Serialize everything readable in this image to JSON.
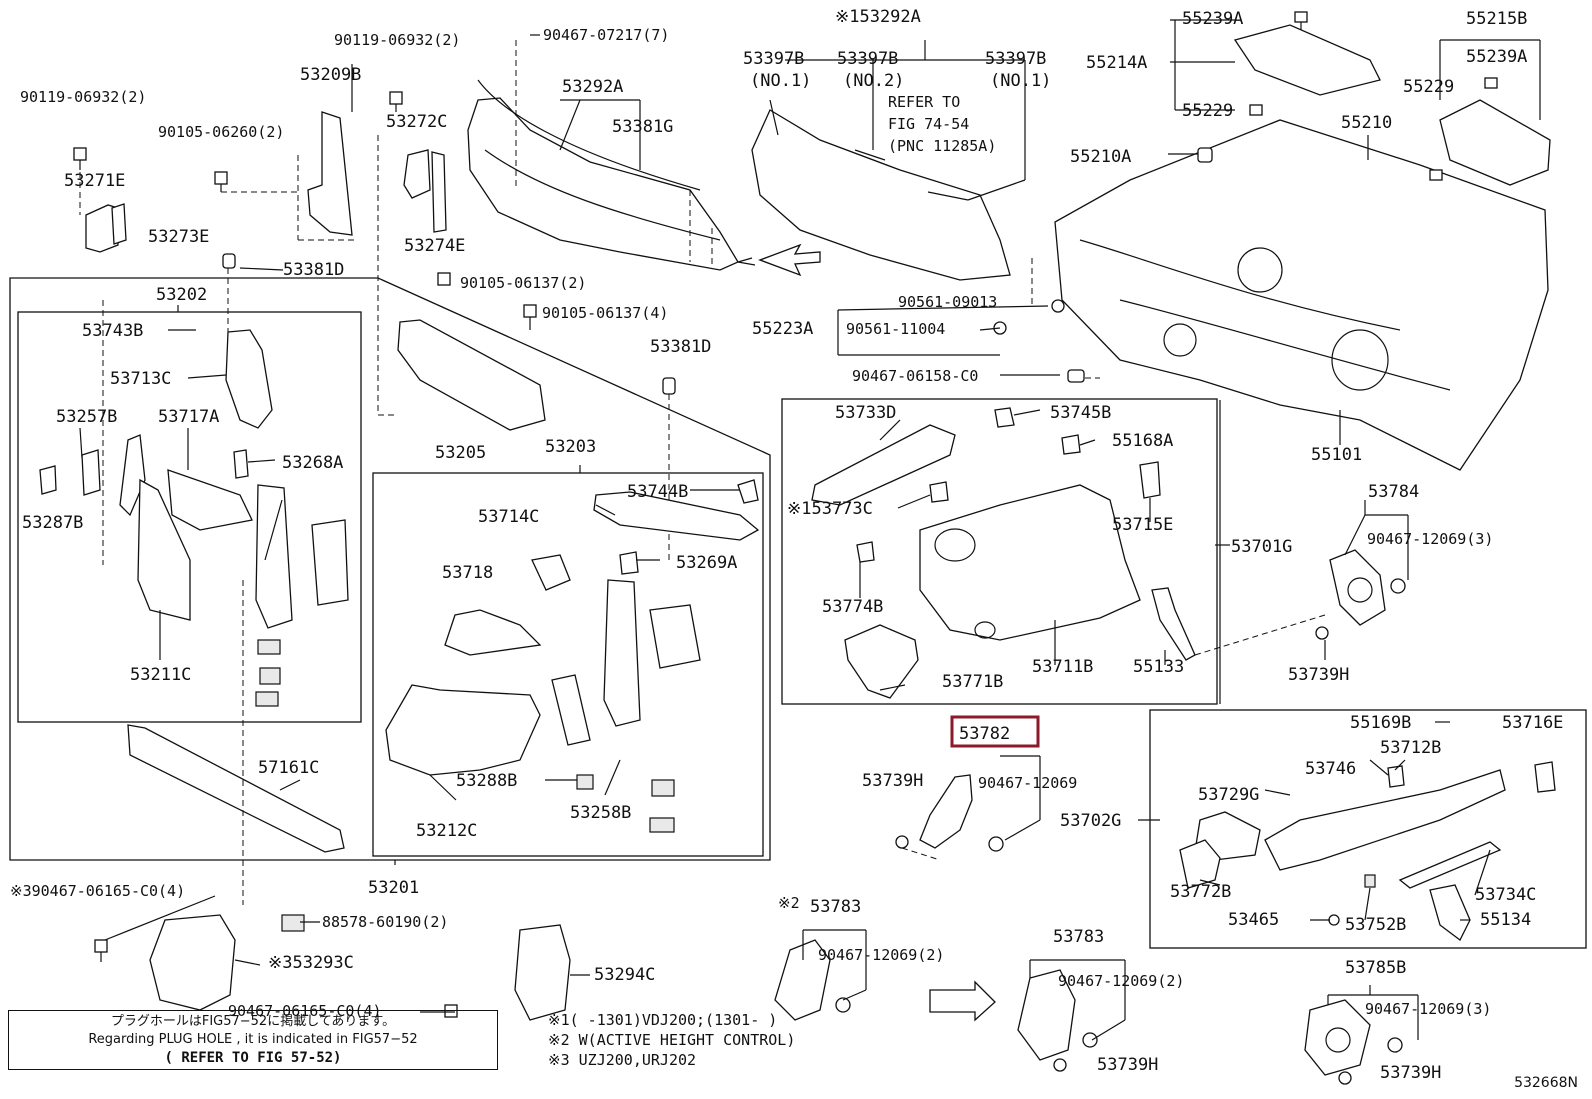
{
  "labels": {
    "l_90119a": "90119-06932(2)",
    "l_90119b": "90119-06932(2)",
    "l_53209b": "53209B",
    "l_90105_06260": "90105-06260(2)",
    "l_53271e": "53271E",
    "l_53273e": "53273E",
    "l_53381d_a": "53381D",
    "l_53272c": "53272C",
    "l_53274e": "53274E",
    "l_90467_07217": "90467-07217(7)",
    "l_53292a": "53292A",
    "l_53381g": "53381G",
    "l_153292a": "※153292A",
    "l_53397b_1": "53397B",
    "l_no1_a": "(NO.1)",
    "l_53397b_2": "53397B",
    "l_no2": "(NO.2)",
    "l_53397b_3": "53397B",
    "l_no1_b": "(NO.1)",
    "l_refer": "REFER TO",
    "l_fig7454": "FIG 74-54",
    "l_pnc": "(PNC 11285A)",
    "l_55239a_1": "55239A",
    "l_55214a": "55214A",
    "l_55229_1": "55229",
    "l_55215b": "55215B",
    "l_55239a_2": "55239A",
    "l_55229_2": "55229",
    "l_55210": "55210",
    "l_55210a": "55210A",
    "l_90561_09013": "90561-09013",
    "l_55223a": "55223A",
    "l_90561_11004": "90561-11004",
    "l_90467_06158": "90467-06158-C0",
    "l_55101": "55101",
    "l_53202": "53202",
    "l_53743b": "53743B",
    "l_53713c": "53713C",
    "l_53257b": "53257B",
    "l_53717a": "53717A",
    "l_53268a": "53268A",
    "l_53287b": "53287B",
    "l_53211c": "53211C",
    "l_90105_06137_2": "90105-06137(2)",
    "l_90105_06137_4": "90105-06137(4)",
    "l_53381d_b": "53381D",
    "l_53205": "53205",
    "l_53203": "53203",
    "l_53714c": "53714C",
    "l_53744b": "53744B",
    "l_53718": "53718",
    "l_53269a": "53269A",
    "l_53288b": "53288B",
    "l_53258b": "53258B",
    "l_53212c": "53212C",
    "l_57161c": "57161C",
    "l_53201": "53201",
    "l_53733d": "53733D",
    "l_53745b": "53745B",
    "l_55168a": "55168A",
    "l_153773c": "※153773C",
    "l_53715e": "53715E",
    "l_53701g": "53701G",
    "l_53774b": "53774B",
    "l_53771b": "53771B",
    "l_53711b": "53711B",
    "l_55133": "55133",
    "l_53784": "53784",
    "l_90467_12069_3a": "90467-12069(3)",
    "l_53739h_a": "53739H",
    "l_53782": "53782",
    "l_53739h_b": "53739H",
    "l_90467_12069": "90467-12069",
    "l_55169b": "55169B",
    "l_53716e": "53716E",
    "l_53746": "53746",
    "l_53712b": "53712B",
    "l_53729g": "53729G",
    "l_53702g": "53702G",
    "l_53772b": "53772B",
    "l_53734c": "53734C",
    "l_53465": "53465",
    "l_53752b": "53752B",
    "l_55134": "55134",
    "l_90467_06165_a": "※390467-06165-C0(4)",
    "l_53293c": "※353293C",
    "l_90467_06165_b": "90467-06165-C0(4)",
    "l_88578": "88578-60190(2)",
    "l_53294c": "53294C",
    "l_2_53783": "※2",
    "l_53783_a": "53783",
    "l_90467_12069_2a": "90467-12069(2)",
    "l_53783_b": "53783",
    "l_90467_12069_2b": "90467-12069(2)",
    "l_53739h_c": "53739H",
    "l_53785b": "53785B",
    "l_90467_12069_3b": "90467-12069(3)",
    "l_53739h_d": "53739H"
  },
  "notes": {
    "jp": "プラグホールはFIG57−52に掲載してあります。",
    "en": "Regarding PLUG HOLE , it is indicated in FIG57−52",
    "ref": "( REFER TO FIG 57-52)"
  },
  "legend": {
    "line1": "※1(      -1301)VDJ200;(1301-      )",
    "line2": "※2 W(ACTIVE HEIGHT CONTROL)",
    "line3": "※3 UZJ200,URJ202"
  },
  "diagram_code": "532668N",
  "highlight_part": "53782"
}
